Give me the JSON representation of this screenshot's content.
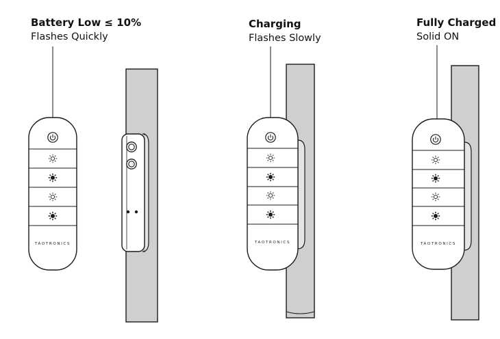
{
  "panels": [
    {
      "title": "Battery Low ≤ 10%",
      "desc": "Flashes Quickly",
      "brand": "TAOTRONICS"
    },
    {
      "title": "Charging",
      "desc": "Flashes Slowly",
      "brand": "TAOTRONICS"
    },
    {
      "title": "Fully Charged",
      "desc": "Solid ON",
      "brand": "TAOTRONICS"
    }
  ],
  "colors": {
    "pole": "#cfcfcf",
    "stroke": "#1a1a1a",
    "remote": "#ffffff"
  },
  "icons": [
    "power-icon",
    "brightness-down-icon",
    "brightness-up-icon",
    "color-warm-icon",
    "color-cool-icon"
  ]
}
